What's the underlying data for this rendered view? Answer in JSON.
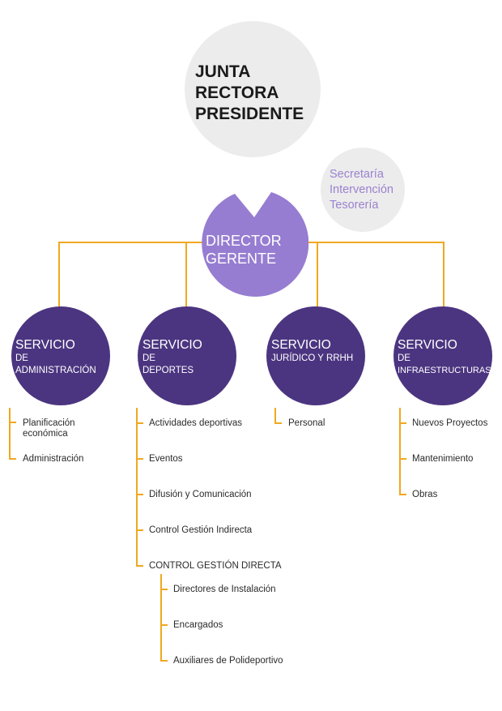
{
  "junta": {
    "lines": [
      "JUNTA",
      "RECTORA",
      "PRESIDENTE"
    ]
  },
  "secretaria": {
    "lines": [
      "Secretaría",
      "Intervención",
      "Tesorería"
    ]
  },
  "director": {
    "lines": [
      "DIRECTOR",
      "GERENTE"
    ]
  },
  "servicios": [
    {
      "title": "SERVICIO",
      "sub": [
        "DE",
        "ADMINISTRACIÓN"
      ],
      "items": [
        "Planificación económica",
        "Administración"
      ]
    },
    {
      "title": "SERVICIO",
      "sub": [
        "DE",
        "DEPORTES"
      ],
      "items": [
        "Actividades deportivas",
        "Eventos",
        "Difusión y Comunicación",
        "Control Gestión Indirecta",
        "CONTROL GESTIÓN DIRECTA"
      ],
      "subitems": [
        "Directores de Instalación",
        "Encargados",
        "Auxiliares de Polideportivo"
      ]
    },
    {
      "title": "SERVICIO",
      "sub": [
        "JURÍDICO Y RRHH"
      ],
      "items": [
        "Personal"
      ]
    },
    {
      "title": "SERVICIO",
      "sub": [
        "DE",
        "INFRAESTRUCTURAS"
      ],
      "items": [
        "Nuevos Proyectos",
        "Mantenimiento",
        "Obras"
      ]
    }
  ],
  "colors": {
    "connector": "#f0a81f",
    "director": "#967dd1",
    "servicio": "#4b3580",
    "grey_circle": "#ececec",
    "secretaria_text": "#9b82cf"
  }
}
